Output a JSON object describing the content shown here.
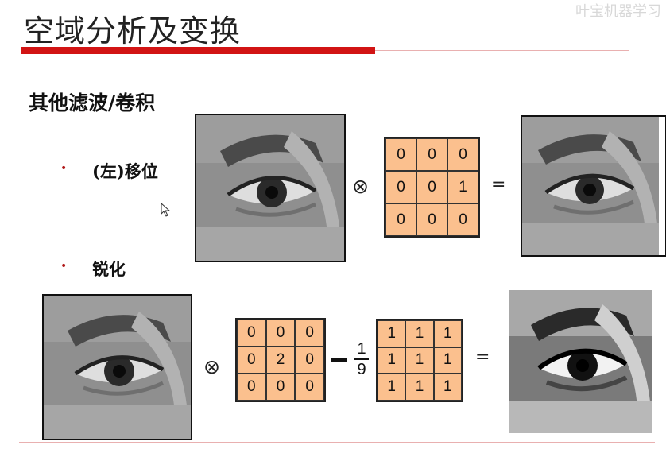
{
  "slide": {
    "title": "空域分析及变换",
    "watermark": "叶宝机器学习",
    "subtitle": "其他滤波/卷积",
    "bullets": [
      {
        "label": "(左)移位"
      },
      {
        "label": "锐化"
      }
    ],
    "accent_color": "#d21414"
  },
  "operators": {
    "convolve": "⊗",
    "equals": "=",
    "fraction_num": "1",
    "fraction_den": "9"
  },
  "matrices": {
    "shift_kernel": [
      [
        "0",
        "0",
        "0"
      ],
      [
        "0",
        "0",
        "1"
      ],
      [
        "0",
        "0",
        "0"
      ]
    ],
    "sharpen_kernel": [
      [
        "0",
        "0",
        "0"
      ],
      [
        "0",
        "2",
        "0"
      ],
      [
        "0",
        "0",
        "0"
      ]
    ],
    "box_kernel": [
      [
        "1",
        "1",
        "1"
      ],
      [
        "1",
        "1",
        "1"
      ],
      [
        "1",
        "1",
        "1"
      ]
    ],
    "cell_color": "#fbc08e"
  },
  "images": [
    {
      "name": "eye-original-top"
    },
    {
      "name": "eye-shifted-result"
    },
    {
      "name": "eye-original-bottom"
    },
    {
      "name": "eye-sharpened-result"
    }
  ]
}
